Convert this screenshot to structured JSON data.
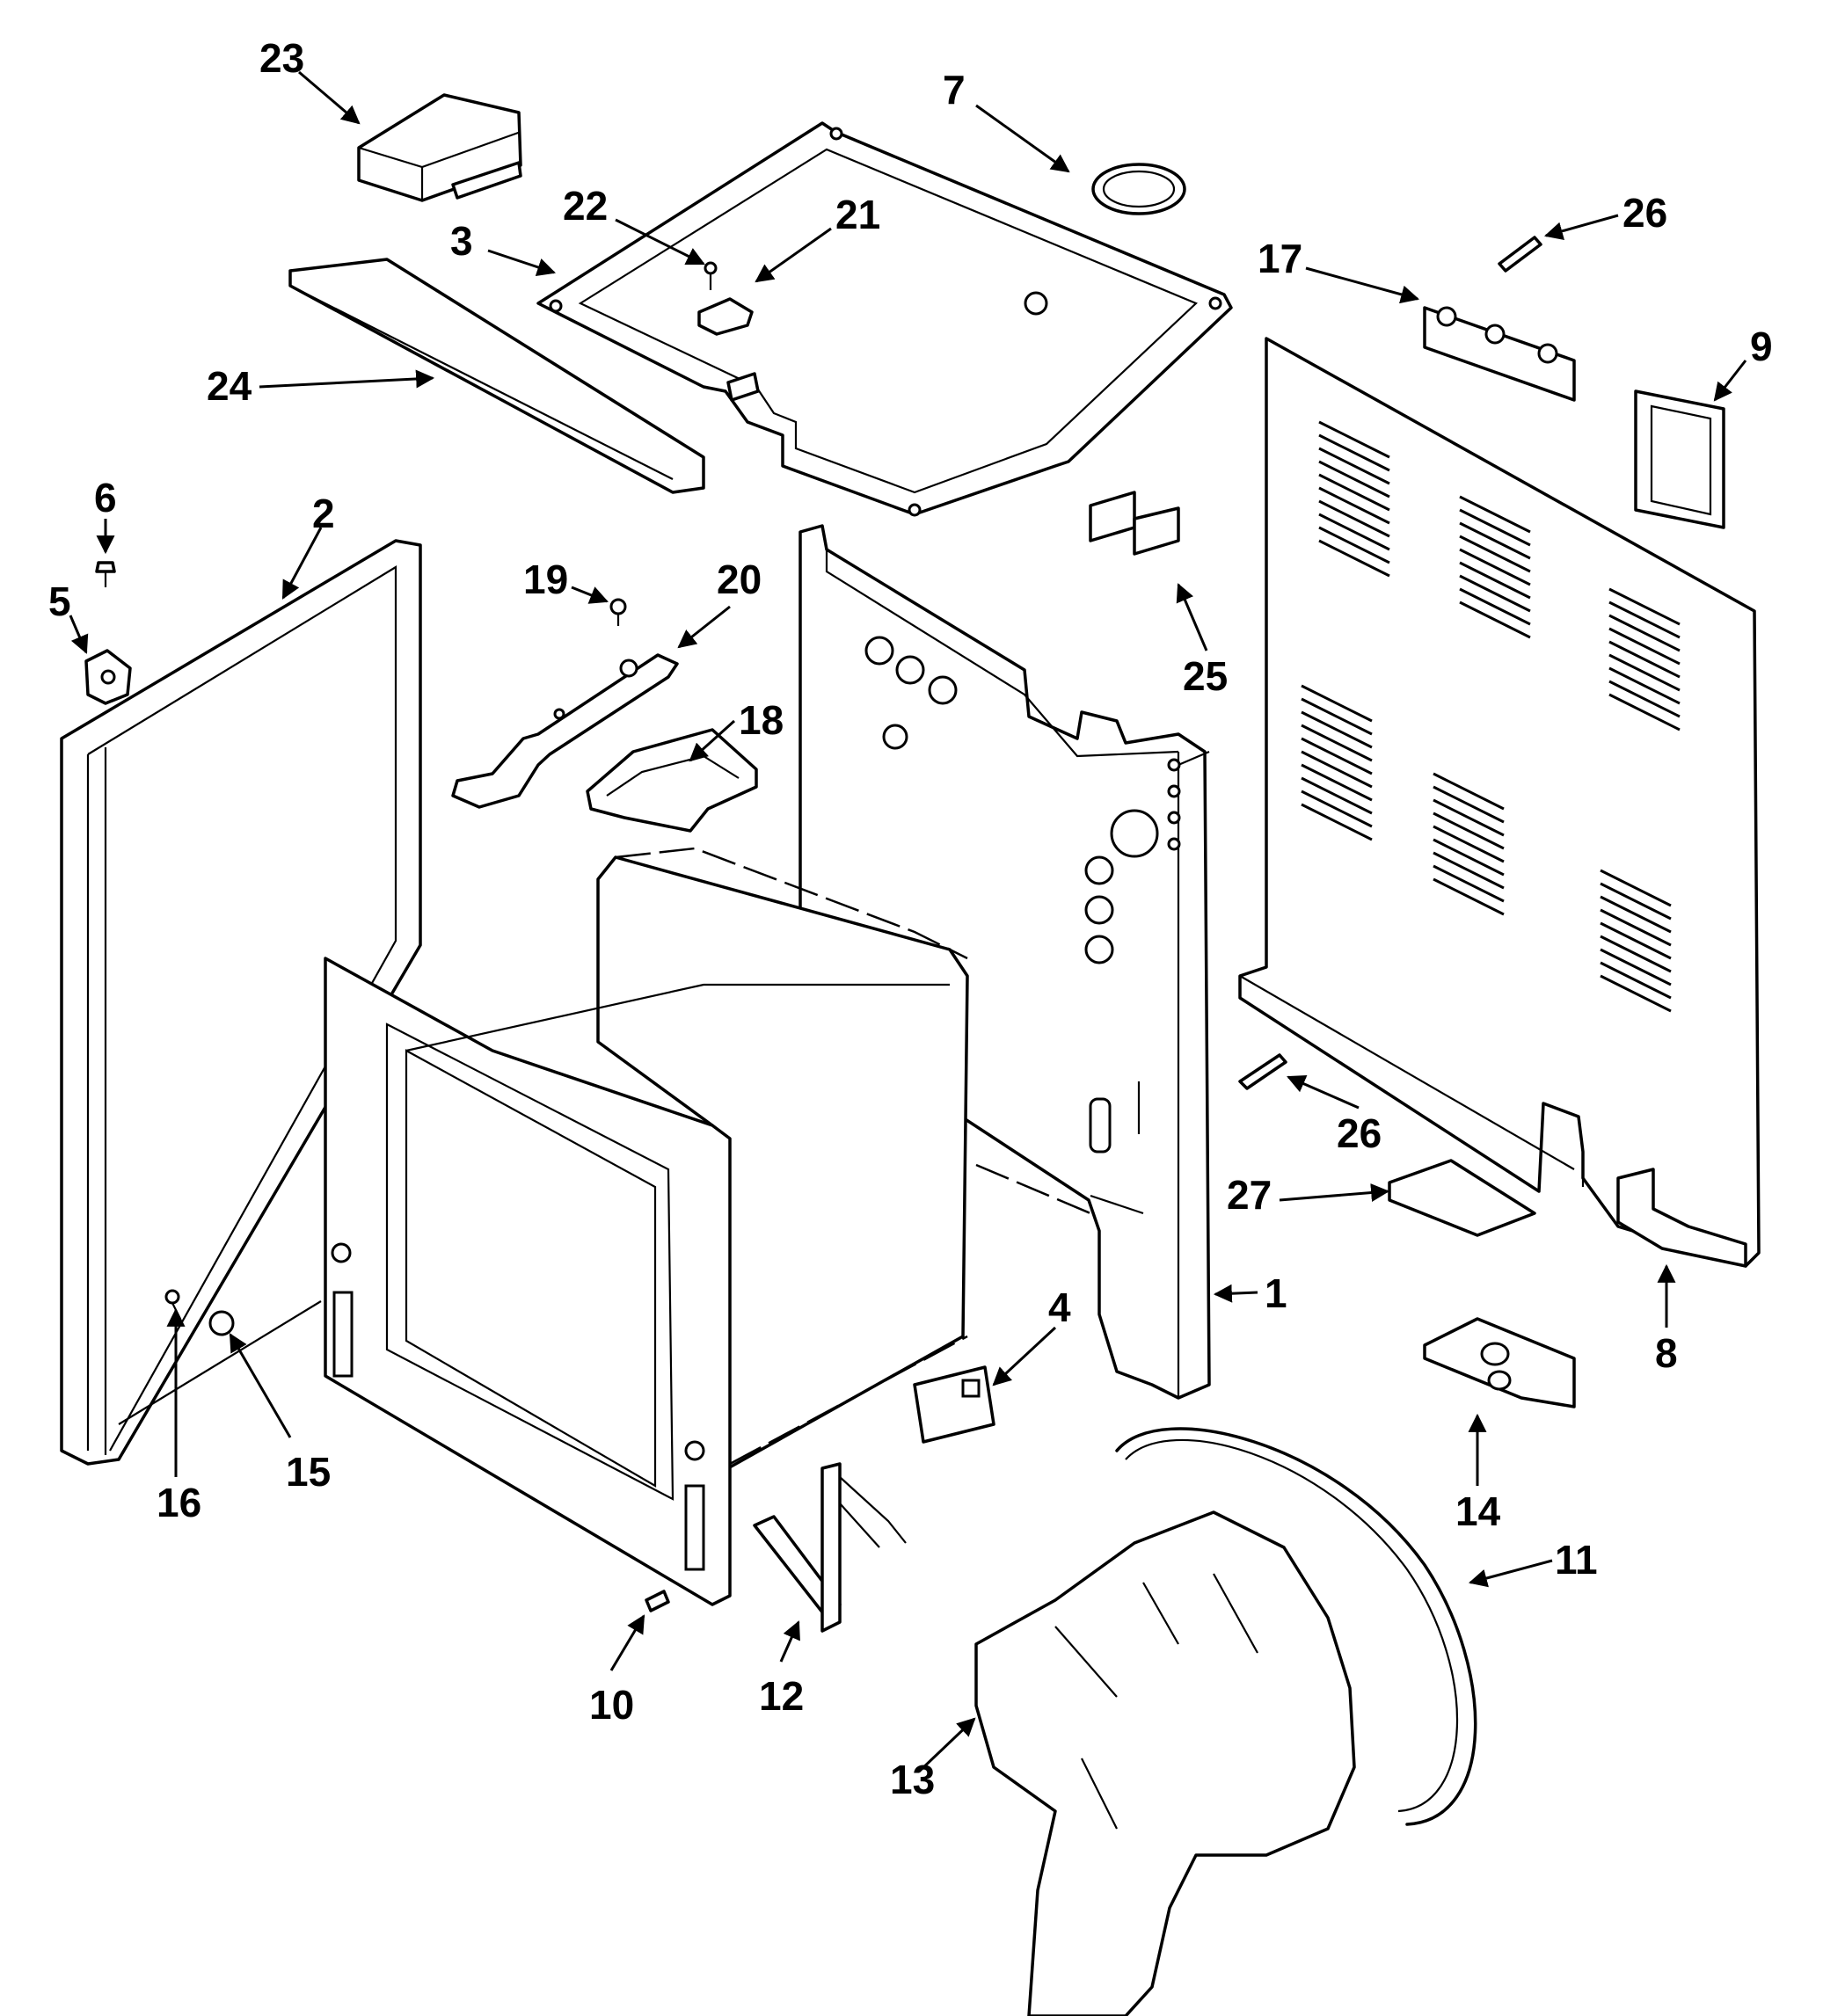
{
  "diagram": {
    "callouts": [
      "1",
      "2",
      "3",
      "4",
      "5",
      "6",
      "7",
      "8",
      "9",
      "10",
      "11",
      "12",
      "13",
      "14",
      "15",
      "16",
      "17",
      "18",
      "19",
      "20",
      "21",
      "22",
      "23",
      "24",
      "25",
      "26",
      "26",
      "27"
    ]
  }
}
